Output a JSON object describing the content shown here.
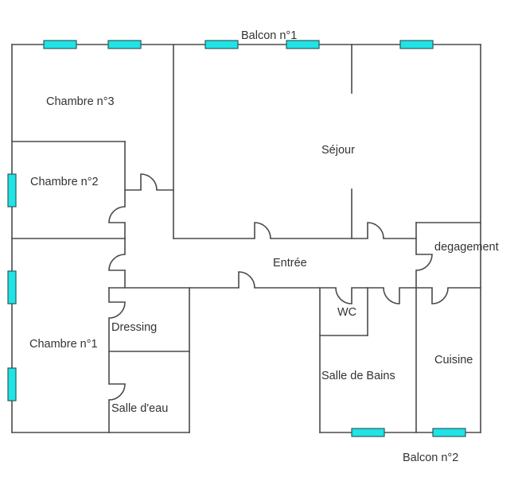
{
  "plan": {
    "colors": {
      "wall": "#4a4a4a",
      "window": "#1fe3e6",
      "label": "#333333",
      "background": "#ffffff"
    },
    "rooms": [
      {
        "id": "chambre3",
        "label": "Chambre n°3"
      },
      {
        "id": "chambre2",
        "label": "Chambre n°2"
      },
      {
        "id": "chambre1",
        "label": "Chambre n°1"
      },
      {
        "id": "sejour",
        "label": "Séjour"
      },
      {
        "id": "entree",
        "label": "Entrée"
      },
      {
        "id": "degagement",
        "label": "degagement"
      },
      {
        "id": "dressing",
        "label": "Dressing"
      },
      {
        "id": "salle-deau",
        "label": "Salle d'eau"
      },
      {
        "id": "wc",
        "label": "WC"
      },
      {
        "id": "salle-de-bains",
        "label": "Salle de Bains"
      },
      {
        "id": "cuisine",
        "label": "Cuisine"
      }
    ],
    "balconies": [
      {
        "id": "balcon1",
        "label": "Balcon n°1"
      },
      {
        "id": "balcon2",
        "label": "Balcon n°2"
      }
    ]
  }
}
